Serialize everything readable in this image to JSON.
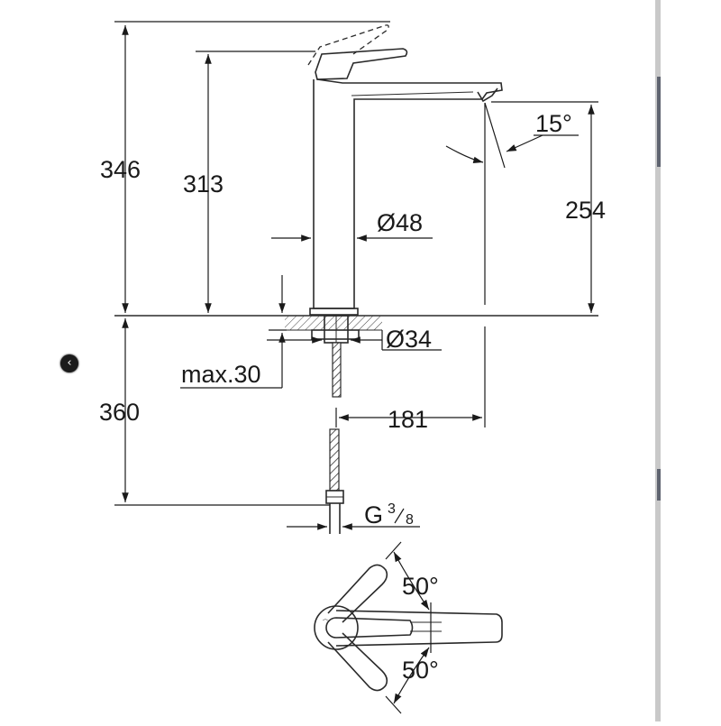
{
  "dimensions": {
    "total_height": "346",
    "spout_height": "313",
    "outlet_height": "254",
    "body_diameter": "Ø48",
    "hole_diameter": "Ø34",
    "deck_thickness": "max.30",
    "hose_length": "360",
    "projection": "181",
    "outlet_angle": "15°",
    "connection": {
      "base": "G",
      "num": "3",
      "den": "8"
    },
    "lever_angle_top": "50°",
    "lever_angle_bottom": "50°"
  },
  "ui": {
    "prev_button_icon": "chevron-left-icon",
    "prev_glyph": "‹"
  }
}
